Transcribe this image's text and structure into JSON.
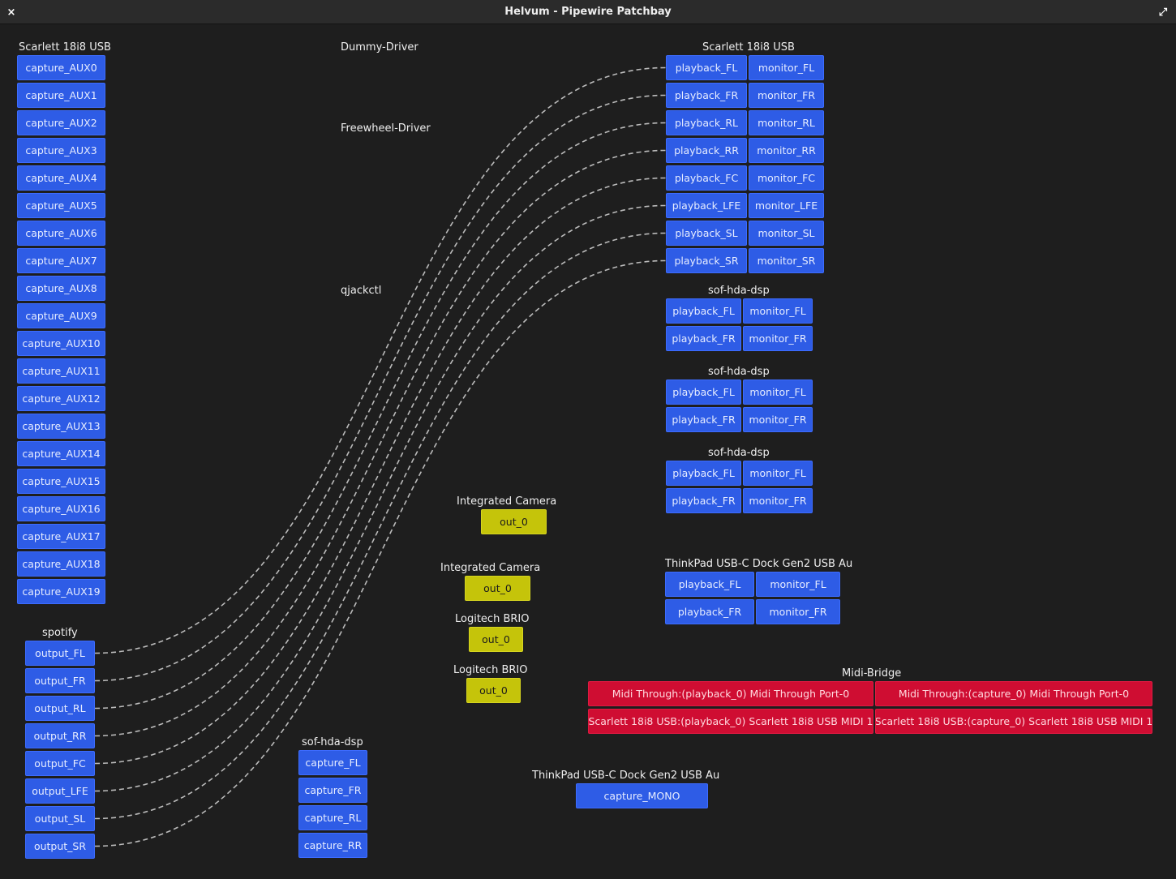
{
  "window": {
    "title": "Helvum - Pipewire Patchbay",
    "close_icon": "×",
    "maximize_icon": "⤢"
  },
  "colors": {
    "audio_port": "#2e5ce6",
    "video_port": "#c5c40a",
    "midi_port": "#cf0d32",
    "link": "#bbbbbb",
    "background": "#1e1e1e"
  },
  "nodes": [
    {
      "title": "Scarlett 18i8 USB",
      "ports": [
        "capture_AUX0",
        "capture_AUX1",
        "capture_AUX2",
        "capture_AUX3",
        "capture_AUX4",
        "capture_AUX5",
        "capture_AUX6",
        "capture_AUX7",
        "capture_AUX8",
        "capture_AUX9",
        "capture_AUX10",
        "capture_AUX11",
        "capture_AUX12",
        "capture_AUX13",
        "capture_AUX14",
        "capture_AUX15",
        "capture_AUX16",
        "capture_AUX17",
        "capture_AUX18",
        "capture_AUX19"
      ]
    },
    {
      "title": "spotify",
      "ports": [
        "output_FL",
        "output_FR",
        "output_RL",
        "output_RR",
        "output_FC",
        "output_LFE",
        "output_SL",
        "output_SR"
      ]
    },
    {
      "title": "Dummy-Driver",
      "ports": []
    },
    {
      "title": "Freewheel-Driver",
      "ports": []
    },
    {
      "title": "qjackctl",
      "ports": []
    },
    {
      "title": "sof-hda-dsp",
      "ports": [
        "capture_FL",
        "capture_FR",
        "capture_RL",
        "capture_RR"
      ]
    },
    {
      "title": "Integrated Camera",
      "ports": [
        "out_0"
      ]
    },
    {
      "title": "Integrated Camera",
      "ports": [
        "out_0"
      ]
    },
    {
      "title": "Logitech BRIO",
      "ports": [
        "out_0"
      ]
    },
    {
      "title": "Logitech BRIO",
      "ports": [
        "out_0"
      ]
    },
    {
      "title": "ThinkPad USB-C Dock Gen2 USB Au",
      "ports": [
        "capture_MONO"
      ]
    },
    {
      "title": "Scarlett 18i8 USB",
      "ports": [
        "playback_FL",
        "monitor_FL",
        "playback_FR",
        "monitor_FR",
        "playback_RL",
        "monitor_RL",
        "playback_RR",
        "monitor_RR",
        "playback_FC",
        "monitor_FC",
        "playback_LFE",
        "monitor_LFE",
        "playback_SL",
        "monitor_SL",
        "playback_SR",
        "monitor_SR"
      ]
    },
    {
      "title": "sof-hda-dsp",
      "ports": [
        "playback_FL",
        "monitor_FL",
        "playback_FR",
        "monitor_FR"
      ]
    },
    {
      "title": "sof-hda-dsp",
      "ports": [
        "playback_FL",
        "monitor_FL",
        "playback_FR",
        "monitor_FR"
      ]
    },
    {
      "title": "sof-hda-dsp",
      "ports": [
        "playback_FL",
        "monitor_FL",
        "playback_FR",
        "monitor_FR"
      ]
    },
    {
      "title": "ThinkPad USB-C Dock Gen2 USB Au",
      "ports": [
        "playback_FL",
        "monitor_FL",
        "playback_FR",
        "monitor_FR"
      ]
    },
    {
      "title": "Midi-Bridge",
      "ports": [
        "Midi Through:(playback_0) Midi Through Port-0",
        "Midi Through:(capture_0) Midi Through Port-0",
        "Scarlett 18i8 USB:(playback_0) Scarlett 18i8 USB MIDI 1",
        "Scarlett 18i8 USB:(capture_0) Scarlett 18i8 USB MIDI 1"
      ]
    }
  ]
}
